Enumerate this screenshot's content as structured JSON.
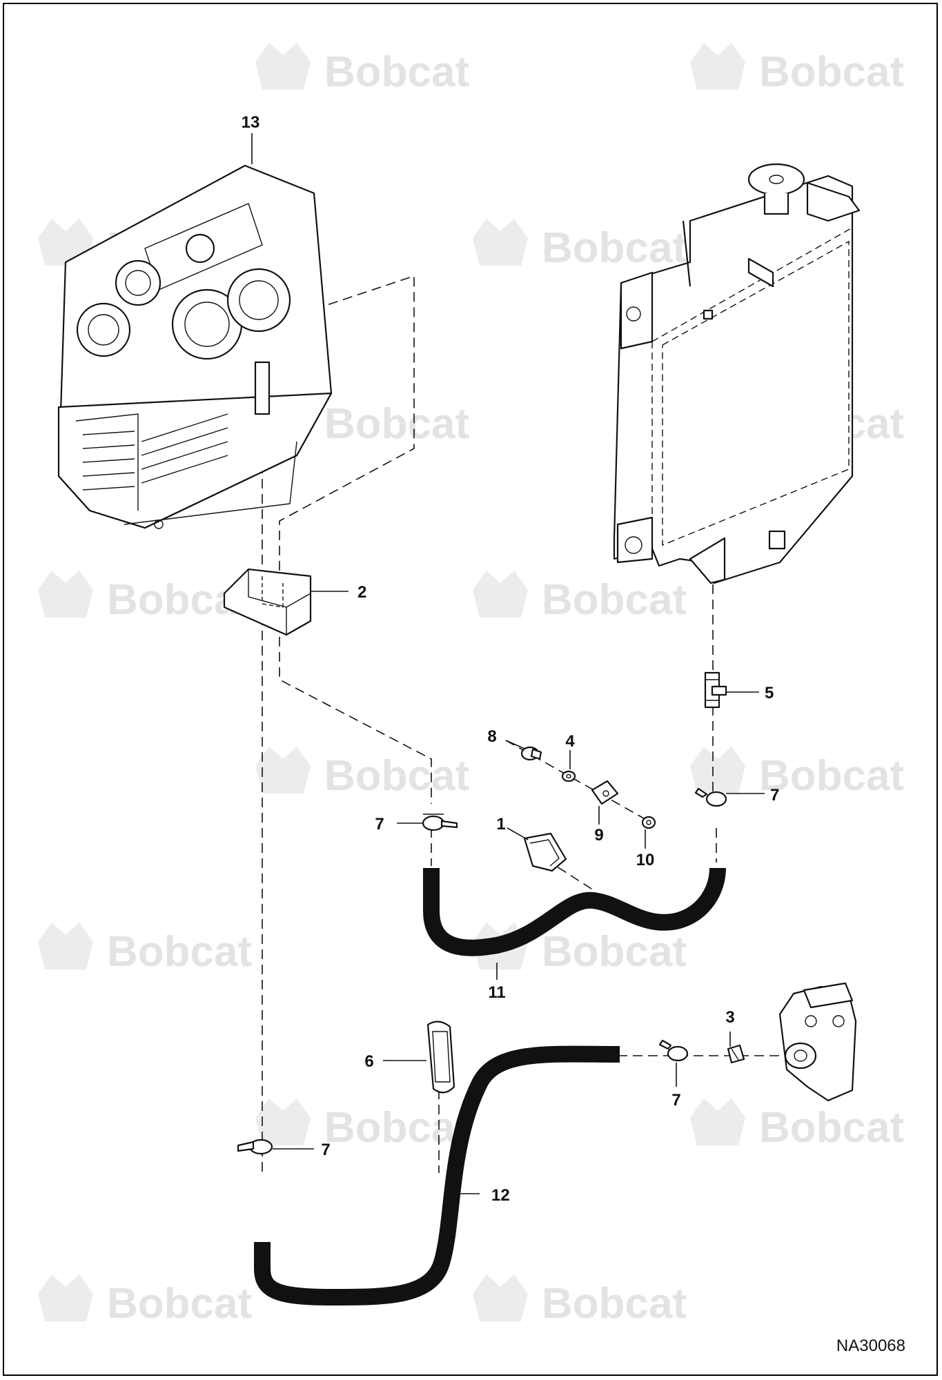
{
  "watermark": {
    "text": "Bobcat",
    "color": "#e3e3e3"
  },
  "drawing_number": "NA30068",
  "callouts": [
    "13",
    "2",
    "5",
    "8",
    "4",
    "7",
    "9",
    "10",
    "1",
    "7",
    "11",
    "3",
    "6",
    "7",
    "7",
    "12"
  ]
}
